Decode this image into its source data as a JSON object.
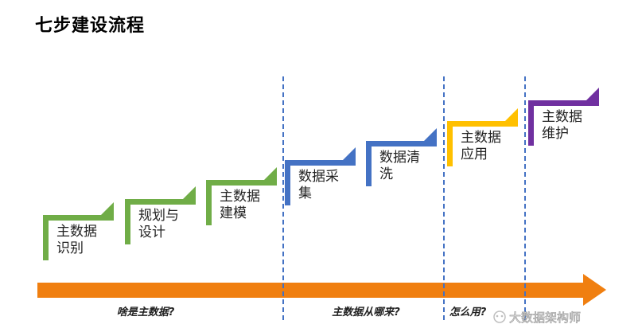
{
  "title": "七步建设流程",
  "steps": [
    {
      "lines": [
        "主数据",
        "识别"
      ],
      "color": "#70AD47"
    },
    {
      "lines": [
        "规划与",
        "设计"
      ],
      "color": "#70AD47"
    },
    {
      "lines": [
        "主数据",
        "建模"
      ],
      "color": "#70AD47"
    },
    {
      "lines": [
        "数据采",
        "集"
      ],
      "color": "#4472C4"
    },
    {
      "lines": [
        "数据清",
        "洗"
      ],
      "color": "#4472C4"
    },
    {
      "lines": [
        "主数据",
        "应用"
      ],
      "color": "#FFC000"
    },
    {
      "lines": [
        "主数据",
        "维护"
      ],
      "color": "#7030A0"
    }
  ],
  "arrow_color": "#F07F10",
  "divider_color": "#4472C4",
  "phases": [
    "啥是主数据?",
    "主数据从哪来?",
    "怎么用?"
  ],
  "watermark": "大数据架构师"
}
